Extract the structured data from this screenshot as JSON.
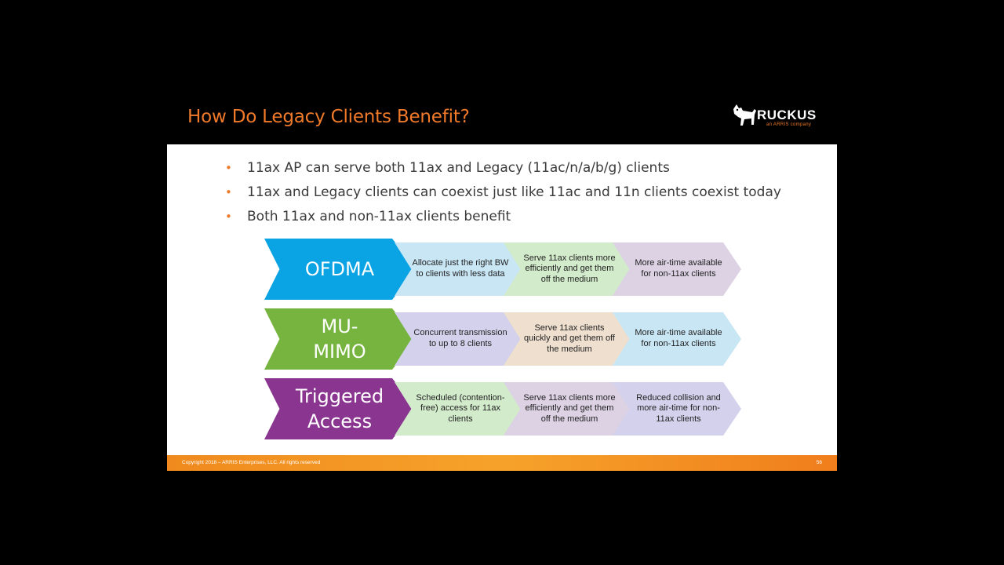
{
  "slide": {
    "title": "How Do Legacy Clients Benefit?",
    "logo": {
      "word": "RUCKUS",
      "subtext": "an ARRIS company"
    },
    "bullets": [
      "11ax AP can serve both 11ax and Legacy (11ac/n/a/b/g) clients",
      "11ax and Legacy clients can coexist just like 11ac and 11n clients coexist today",
      "Both 11ax and non-11ax clients benefit"
    ],
    "bullet_color": "#F07A2A",
    "rows": [
      {
        "label": "OFDMA",
        "color": "#0AA3E3",
        "steps": [
          {
            "text": "Allocate just the right BW to clients with less data",
            "color": "#C9E6F5"
          },
          {
            "text": "Serve 11ax clients more efficiently and get them off the medium",
            "color": "#D2EBCB"
          },
          {
            "text": "More air-time available for non-11ax clients",
            "color": "#DCD2E4"
          }
        ]
      },
      {
        "label": "MU-MIMO",
        "color": "#76B43F",
        "steps": [
          {
            "text": "Concurrent transmission to up to 8 clients",
            "color": "#D3D1EB"
          },
          {
            "text": "Serve 11ax clients quickly and get them off the medium",
            "color": "#EEDFCE"
          },
          {
            "text": "More air-time available for non-11ax clients",
            "color": "#C9E6F5"
          }
        ]
      },
      {
        "label": "Triggered Access",
        "color": "#8A3590",
        "steps": [
          {
            "text": "Scheduled (contention-free) access for 11ax clients",
            "color": "#D2EBCB"
          },
          {
            "text": "Serve 11ax clients more efficiently and get them off the medium",
            "color": "#DCD2E4"
          },
          {
            "text": "Reduced collision and more air-time for non-11ax clients",
            "color": "#D3D1EB"
          }
        ]
      }
    ],
    "footer": {
      "copyright": "Copyright 2018 – ARRIS Enterprises, LLC. All rights reserved",
      "page_number": "56"
    }
  }
}
